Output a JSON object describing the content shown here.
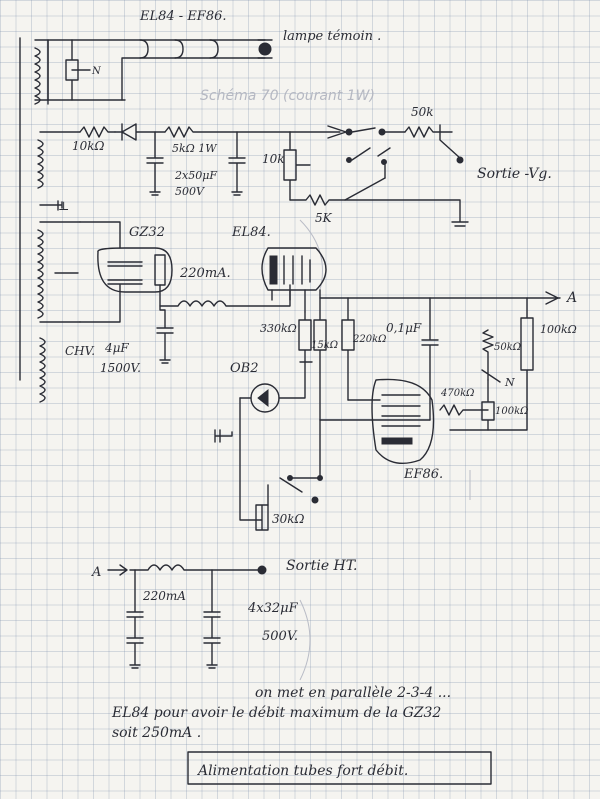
{
  "labels": {
    "header": "EL84 - EF86.",
    "lamp": "lampe témoin .",
    "n_label": "N",
    "r10k": "10kΩ",
    "r5k": "5kΩ 1W",
    "cap2x50": "2x50μF",
    "v500": "500V",
    "pot50k": "50k",
    "pot10k": "10k",
    "pot5k": "5K",
    "sortie_vg": "Sortie -Vg.",
    "gz32": "GZ32",
    "el84": "EL84.",
    "ma220_top": "220mA.",
    "chv": "CHV.",
    "c4uf": "4μF",
    "v1500": "1500V.",
    "r330k": "330kΩ",
    "r15k": "15kΩ",
    "r220k": "220kΩ",
    "c01": "0,1μF",
    "arrow_a": "A",
    "r100k": "100kΩ",
    "r50k2": "50kΩ",
    "n2": "N",
    "r470k": "470kΩ",
    "r100k2": "100kΩ",
    "ob2": "OB2",
    "ef86": "EF86.",
    "r30k": "30kΩ",
    "a_in": "A",
    "sortie_ht": "Sortie HT.",
    "ma220_bot": "220mA",
    "c4x32": "4x32μF",
    "v500b": "500V.",
    "note_line1": "on met en parallèle 2-3-4 ...",
    "note_line2": "EL84 pour avoir le débit maximum de la GZ32",
    "note_line3": "soit 250mA .",
    "footer_title": "Alimentation tubes fort débit."
  }
}
